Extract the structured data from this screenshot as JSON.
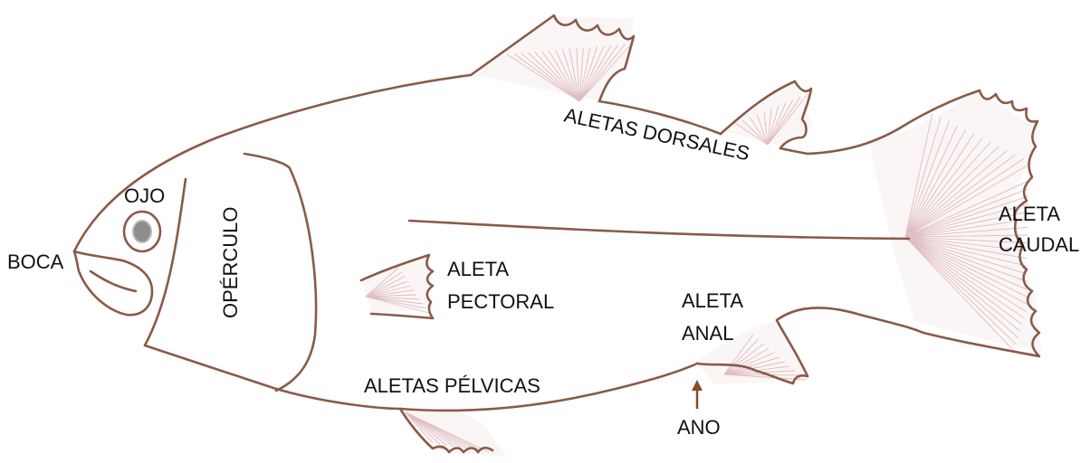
{
  "labels": {
    "boca": "BOCA",
    "ojo": "OJO",
    "operculo": "OPÉRCULO",
    "aletas_dorsales": "ALETAS DORSALES",
    "aleta_caudal_1": "ALETA",
    "aleta_caudal_2": "CAUDAL",
    "aleta_pectoral_1": "ALETA",
    "aleta_pectoral_2": "PECTORAL",
    "aleta_anal_1": "ALETA",
    "aleta_anal_2": "ANAL",
    "aletas_pelvicas": "ALETAS PÉLVICAS",
    "ano": "ANO"
  },
  "colors": {
    "outline": "#8a5a48",
    "arrow": "#8a4b28",
    "fin_rays": "#e8b7bd",
    "label_text": "#111111"
  }
}
